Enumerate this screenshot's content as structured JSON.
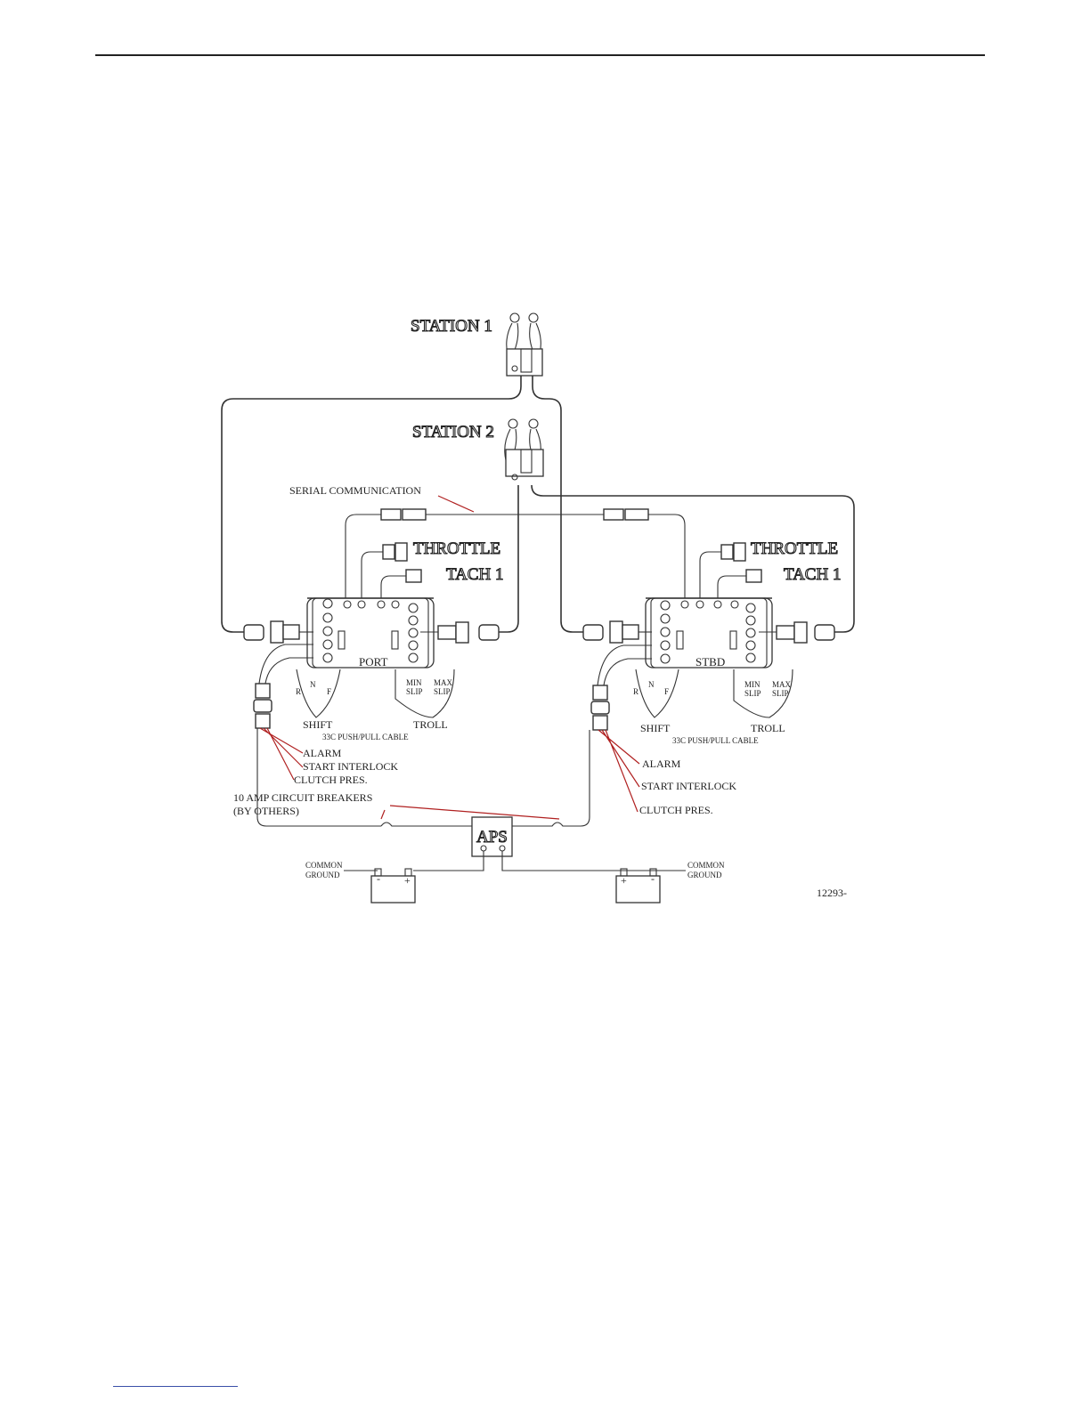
{
  "labels": {
    "station1": "STATION 1",
    "station2": "STATION 2",
    "serial": "SERIAL COMMUNICATION",
    "throttle": "THROTTLE",
    "tach": "TACH 1",
    "port": "PORT",
    "stbd": "STBD",
    "r": "R",
    "n": "N",
    "f": "F",
    "min": "MIN",
    "max": "MAX",
    "slip": "SLIP",
    "shift": "SHIFT",
    "troll": "TROLL",
    "cable": "33C PUSH/PULL CABLE",
    "alarm": "ALARM",
    "interlock": "START INTERLOCK",
    "clutch": "CLUTCH PRES.",
    "breakers_1": "10 AMP CIRCUIT BREAKERS",
    "breakers_2": "(BY OTHERS)",
    "aps": "APS",
    "common": "COMMON",
    "ground": "GROUND",
    "minus": "-",
    "plus": "+",
    "figure_number": "12293-"
  }
}
